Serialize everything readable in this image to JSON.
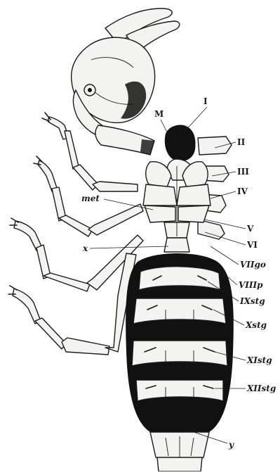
{
  "figure": {
    "labels": {
      "M": "M",
      "I": "I",
      "II": "II",
      "III": "III",
      "IV": "IV",
      "met": "met",
      "V": "V",
      "VI": "VI",
      "x": "x",
      "VIIgo": "VIIgo",
      "VIIIp": "VIIIp",
      "IXstg": "IXstg",
      "Xstg": "Xstg",
      "XIstg": "XIstg",
      "XIIstg": "XIIstg",
      "y": "y"
    }
  }
}
